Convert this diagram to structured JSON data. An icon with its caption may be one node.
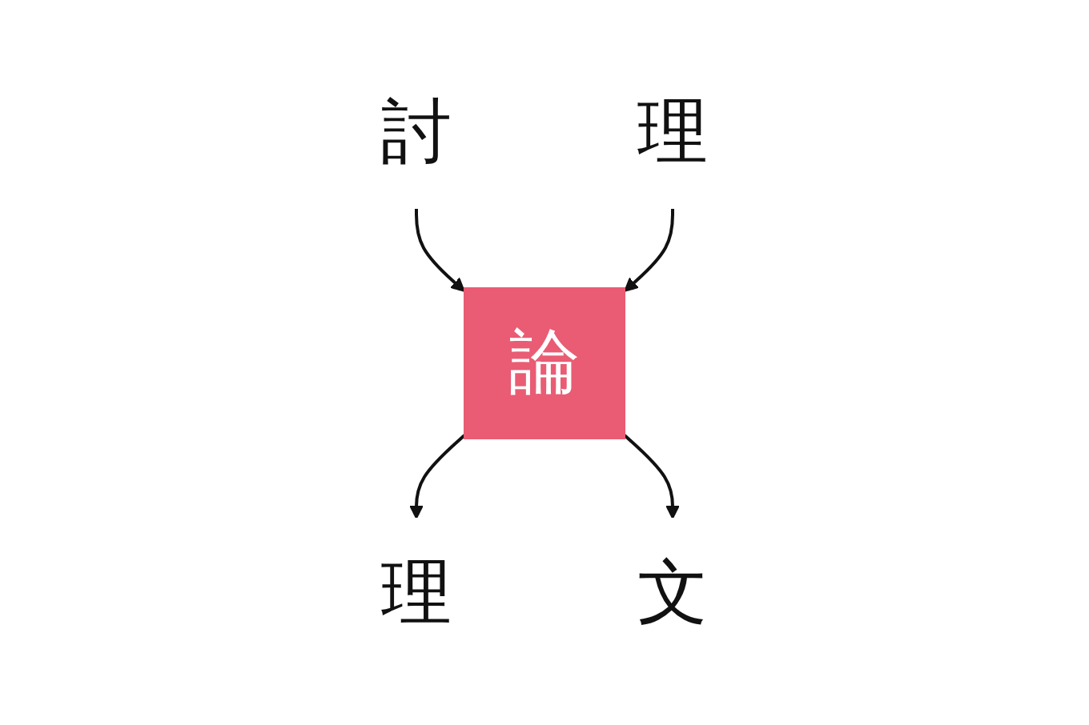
{
  "diagram": {
    "nodes": [
      {
        "text": [
          "討"
        ]
      },
      {
        "text": [
          "理"
        ]
      },
      {
        "text": [
          "論"
        ]
      },
      {
        "text": [
          "理"
        ]
      },
      {
        "text": [
          "文"
        ]
      }
    ],
    "edges": [
      {
        "from": 0,
        "to": 2,
        "arrow": "to"
      },
      {
        "from": 1,
        "to": 2,
        "arrow": "to"
      },
      {
        "from": 2,
        "to": 3,
        "arrow": "to"
      },
      {
        "from": 2,
        "to": 4,
        "arrow": "to"
      }
    ]
  }
}
